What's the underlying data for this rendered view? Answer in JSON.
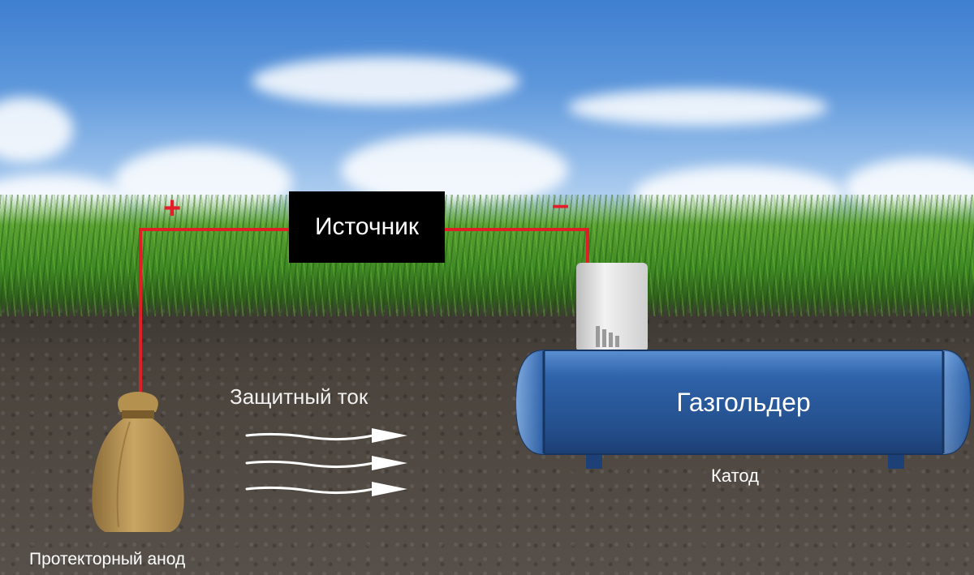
{
  "diagram": {
    "source_label": "Источник",
    "positive_sign": "+",
    "negative_sign": "–",
    "current_label": "Защитный ток",
    "tank_label": "Газгольдер",
    "cathode_label": "Катод",
    "anode_label": "Протекторный анод"
  },
  "colors": {
    "wire": "#dd1f26",
    "tank_blue": "#2d62a8",
    "source_box": "#000000"
  }
}
